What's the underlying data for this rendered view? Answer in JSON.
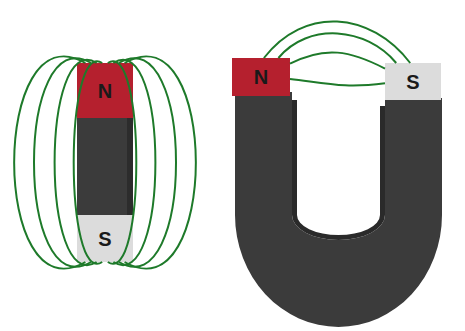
{
  "diagram": {
    "nodes": [
      {
        "text": [
          "N"
        ]
      },
      {
        "text": [
          "S"
        ]
      },
      {
        "text": [
          "N"
        ]
      },
      {
        "text": [
          "S"
        ]
      }
    ],
    "edges": [
      {
        "from": 0,
        "to": 1,
        "arrow": "none"
      },
      {
        "from": 0,
        "to": 1,
        "arrow": "none"
      },
      {
        "from": 0,
        "to": 1,
        "arrow": "none"
      },
      {
        "from": 0,
        "to": 1,
        "arrow": "none"
      },
      {
        "from": 0,
        "to": 1,
        "arrow": "none"
      },
      {
        "from": 0,
        "to": 1,
        "arrow": "none"
      },
      {
        "from": 0,
        "to": 1,
        "arrow": "none"
      },
      {
        "from": 0,
        "to": 1,
        "arrow": "none"
      },
      {
        "from": 2,
        "to": 3,
        "arrow": "none"
      },
      {
        "from": 2,
        "to": 3,
        "arrow": "none"
      },
      {
        "from": 2,
        "to": 3,
        "arrow": "none"
      },
      {
        "from": 2,
        "to": 3,
        "arrow": "none"
      }
    ]
  }
}
